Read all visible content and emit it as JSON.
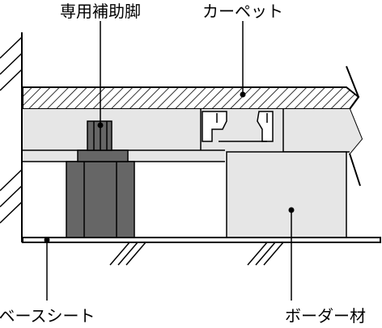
{
  "labels": {
    "support_leg": "専用補助脚",
    "carpet": "カーペット",
    "base_sheet": "ベースシート",
    "border_material": "ボーダー材"
  },
  "colors": {
    "panel_fill": "#e6e6e6",
    "leg_fill": "#666666",
    "line": "#000000",
    "background": "#ffffff"
  }
}
